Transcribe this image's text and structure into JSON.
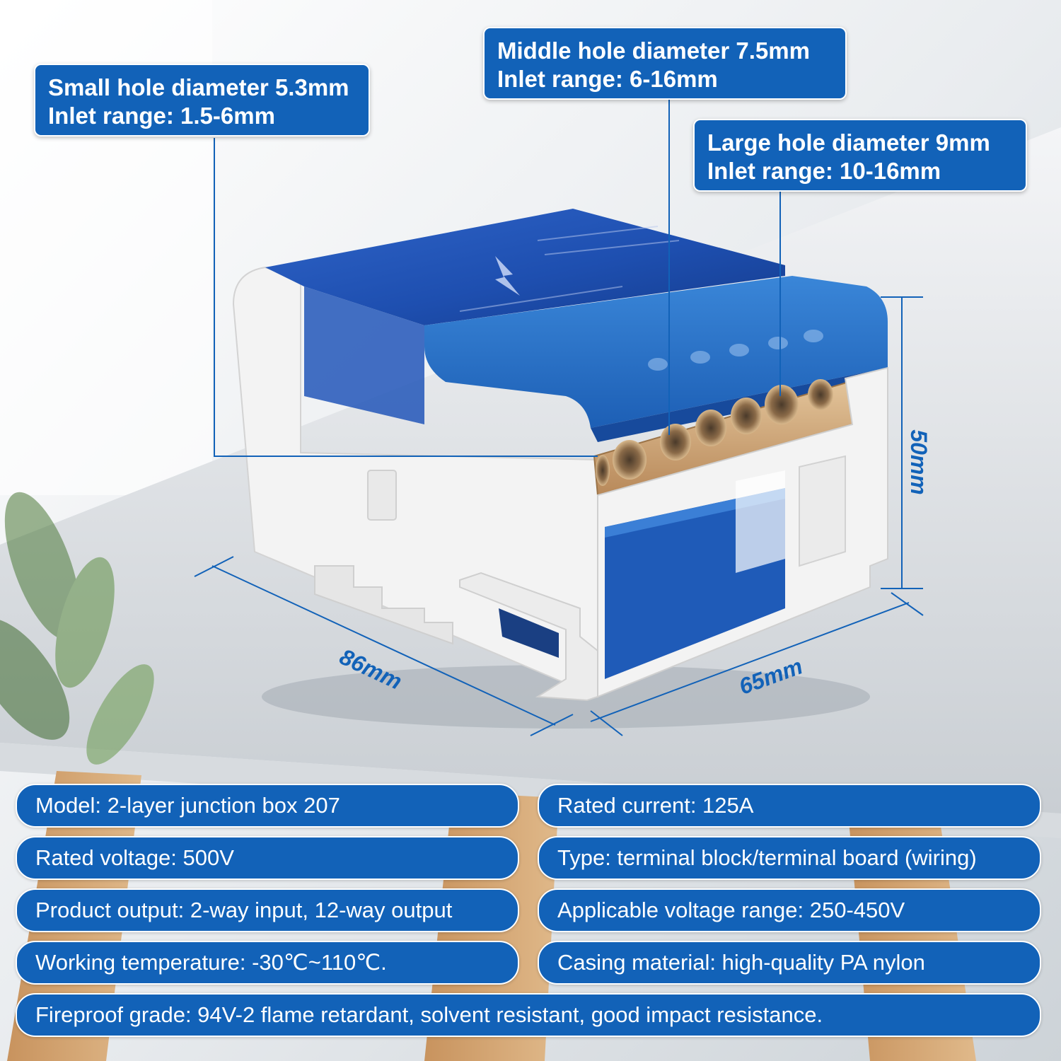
{
  "callouts": {
    "small": {
      "line1": "Small hole diameter 5.3mm",
      "line2": "Inlet range: 1.5-6mm"
    },
    "middle": {
      "line1": "Middle hole diameter 7.5mm",
      "line2": "Inlet range: 6-16mm"
    },
    "large": {
      "line1": "Large hole diameter 9mm",
      "line2": "Inlet range: 10-16mm"
    }
  },
  "dimensions": {
    "height": "50mm",
    "length": "86mm",
    "width": "65mm"
  },
  "specs": {
    "model": "Model: 2-layer junction box 207",
    "rated_current": "Rated current: 125A",
    "rated_voltage": "Rated voltage: 500V",
    "type": "Type: terminal block/terminal board (wiring)",
    "product_output": "Product output: 2-way input, 12-way output",
    "voltage_range": "Applicable voltage range: 250-450V",
    "working_temperature": "Working temperature: -30℃~110℃.",
    "casing_material": "Casing material: high-quality PA nylon",
    "fireproof_grade": "Fireproof grade: 94V-2 flame retardant, solvent resistant, good impact resistance."
  },
  "colors": {
    "accent": "#1262b8",
    "housing": "#f2f2f2",
    "brass": "#c9a476"
  },
  "icons": {
    "cover_symbol": "lightning-bolt-icon"
  }
}
